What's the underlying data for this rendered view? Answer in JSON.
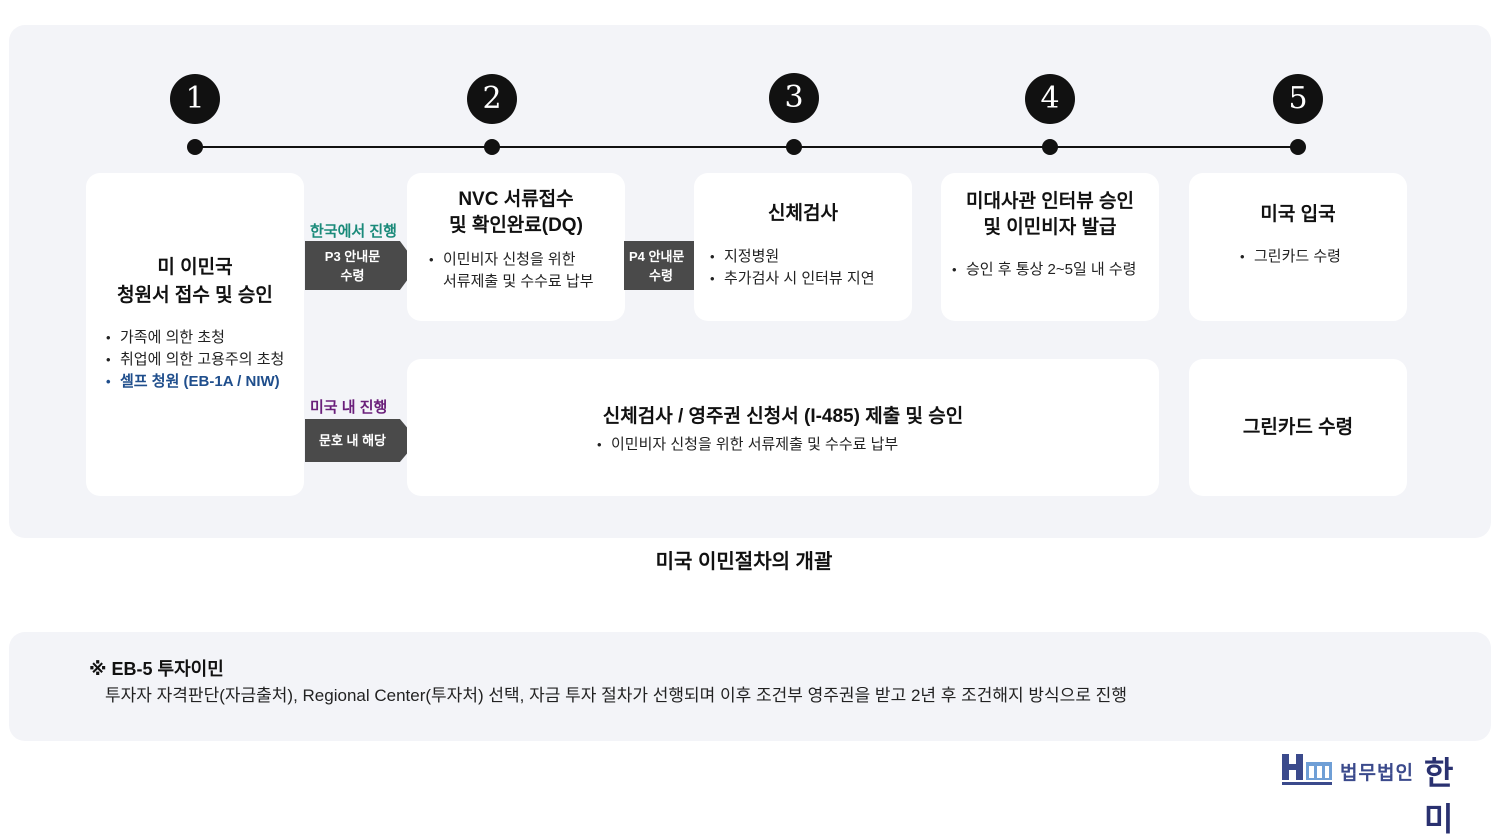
{
  "steps": [
    "1",
    "2",
    "3",
    "4",
    "5"
  ],
  "card1": {
    "title_line1": "미 이민국",
    "title_line2": "청원서 접수 및 승인",
    "bullets": [
      "가족에 의한 초청",
      "취업에 의한 고용주의 초청",
      "셀프 청원 (EB-1A / NIW)"
    ]
  },
  "card2": {
    "title_line1": "NVC 서류접수",
    "title_line2": "및 확인완료(DQ)",
    "bullet_line1": "이민비자 신청을 위한",
    "bullet_line2": "서류제출 및 수수료 납부"
  },
  "card3": {
    "title": "신체검사",
    "bullets": [
      "지정병원",
      "추가검사 시 인터뷰 지연"
    ]
  },
  "card4": {
    "title_line1": "미대사관 인터뷰 승인",
    "title_line2": "및 이민비자 발급",
    "bullets": [
      "승인 후 통상 2~5일 내 수령"
    ]
  },
  "card5": {
    "title": "미국 입국",
    "bullets": [
      "그린카드 수령"
    ]
  },
  "card_us": {
    "title": "신체검사 / 영주권 신청서 (I-485) 제출 및 승인",
    "bullets": [
      "이민비자 신청을 위한 서류제출 및 수수료 납부"
    ]
  },
  "card_greencard": {
    "title": "그린카드 수령"
  },
  "arrows": {
    "korea_label": "한국에서 진행",
    "p3_line1": "P3 안내문",
    "p3_line2": "수령",
    "p4_line1": "P4 안내문",
    "p4_line2": "수령",
    "us_label": "미국 내 진행",
    "us_arrow": "문호 내 해당"
  },
  "colors": {
    "korea_label": "#1a8a7a",
    "us_label": "#6a1f7a",
    "self_petition": "#1f4e8c"
  },
  "caption": "미국 이민절차의 개괄",
  "note": {
    "title": "※ EB-5 투자이민",
    "body": "투자자 자격판단(자금출처), Regional Center(투자처) 선택, 자금 투자 절차가 선행되며 이후 조건부 영주권을 받고 2년 후 조건해지 방식으로 진행"
  },
  "logo": {
    "small": "법무법인",
    "big": "한미"
  }
}
